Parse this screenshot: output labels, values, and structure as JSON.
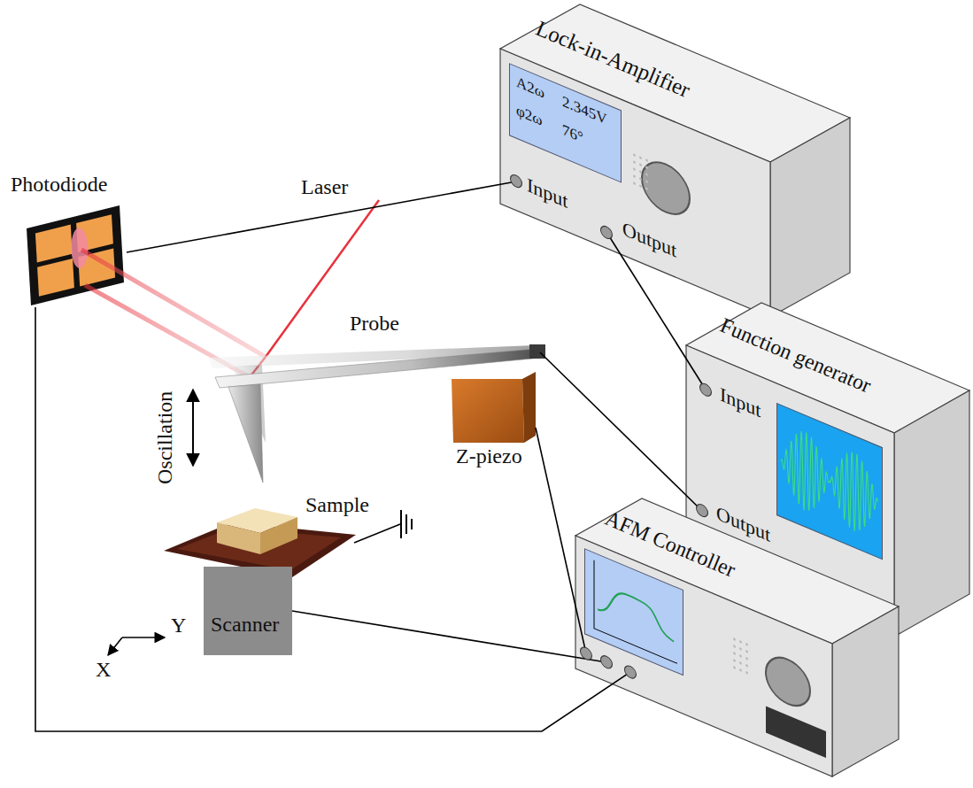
{
  "diagram": {
    "nodes": [
      {
        "text": [
          "Photodiode"
        ]
      },
      {
        "text": [
          "Lock-in-Amplifier",
          "A2ω",
          "2.345V",
          "φ2ω",
          "76°",
          "Input",
          "Output"
        ]
      },
      {
        "text": [
          "Probe"
        ]
      },
      {
        "text": [
          "Function generator",
          "Input",
          "Output"
        ]
      },
      {
        "text": [
          "Z-piezo"
        ]
      },
      {
        "text": [
          "Sample"
        ]
      },
      {
        "text": [
          "AFM Controller"
        ]
      },
      {
        "text": [
          "Scanner"
        ]
      }
    ],
    "edges": [
      {
        "from": 0,
        "to": 1,
        "arrow": "none"
      },
      {
        "from": 1,
        "to": 3,
        "arrow": "none"
      },
      {
        "from": 3,
        "to": 2,
        "arrow": "none"
      },
      {
        "from": 4,
        "to": 6,
        "arrow": "none"
      },
      {
        "from": 7,
        "to": 6,
        "arrow": "none"
      },
      {
        "from": 0,
        "to": 6,
        "arrow": "none"
      }
    ],
    "labels": [
      "Laser",
      "Oscillation",
      "Y",
      "X"
    ]
  }
}
